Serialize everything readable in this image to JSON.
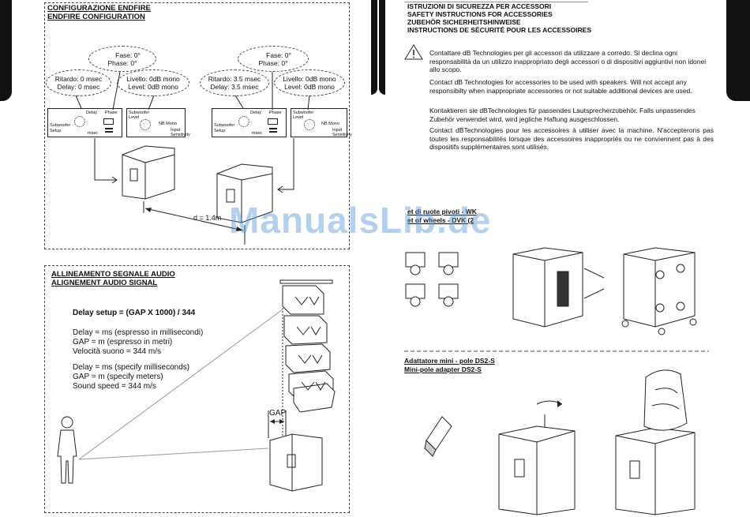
{
  "left": {
    "endfire": {
      "title_it": "CONFIGURAZIONE ENDFIRE",
      "title_en": "ENDFIRE CONFIGURATION",
      "phase_left": [
        "Fase: 0°",
        "Phase: 0°"
      ],
      "delay_left": [
        "Ritardo: 0 msec",
        "Delay: 0 msec"
      ],
      "level_left": [
        "Livello: 0dB mono",
        "Level: 0dB mono"
      ],
      "phase_right": [
        "Fase: 0°",
        "Phase: 0°"
      ],
      "delay_right": [
        "Ritardo: 3.5 msec",
        "Delay: 3.5 msec"
      ],
      "level_right": [
        "Livello: 0dB mono",
        "Level: 0dB mono"
      ],
      "unit_labels": {
        "delay": "Delay",
        "phase": "Phase",
        "subwoofer_setup": [
          "Subwoofer",
          "Setup"
        ],
        "msec": "msec",
        "subwoofer_level": [
          "Subwoofer",
          "Level"
        ],
        "mono": "NB Mono",
        "input_sensitivity": [
          "Input",
          "Sensitivity"
        ]
      },
      "distance": "d = 1.4m"
    },
    "alignment": {
      "title_it": "ALLINEAMENTO SEGNALE AUDIO",
      "title_en": "ALIGNEMENT AUDIO SIGNAL",
      "formula": "Delay setup = (GAP X 1000) / 344",
      "it_lines": [
        "Delay = ms (espresso in millisecondi)",
        "GAP = m (espresso in metri)",
        "Velocità suono = 344 m/s"
      ],
      "en_lines": [
        "Delay = ms (specify milliseconds)",
        "GAP = m (specify meters)",
        "Sound speed = 344 m/s"
      ],
      "gap_label": "GAP"
    }
  },
  "right": {
    "safety": {
      "headings": [
        "ISTRUZIONI DI SICUREZZA PER ACCESSORI",
        "SAFETY INSTRUCTIONS  FOR ACCESSORIES",
        "ZUBEHÖR SICHERHEITSHINWEISE",
        "INSTRUCTIONS DE SÉCURITÉ POUR LES ACCESSOIRES"
      ],
      "paragraphs": [
        "Contattare dB Technologies per gli accessori da utilizzare a corredo. Si declina ogni responsabilità da un utilizzo inappropriato degli accessori o di dispositivi aggiuntivi non idonei allo scopo.",
        "Contact dB Technologies for accessories to be used with speakers. Will not accept any responsibilty when inappropriate accessories or not suitable additional devices are used.",
        "Kontaktieren sie dBTechnologies  für passendes Lautsprecherzubehör. Falls unpassendes Zubehör verwendet wird, wird jegliche Haftung ausgeschlossen.",
        "Contact dBTechnologies  pour les accessoires à utiliser avec la machine. N'accepterons pas toutes les responsabilités lorsque des accessoires inappropriés ou ne conviennent pas à des dispositifs supplémentaires sont utilisés."
      ]
    },
    "wheels": {
      "title_it": "et di ruote pivoti - WK",
      "title_en": "et of wheels - DVK (2 "
    },
    "adapter": {
      "title_it": "Adattatore mini - pole DS2-S",
      "title_en": "Mini-pole adapter DS2-S"
    }
  },
  "watermark": "ManualsLib.de"
}
